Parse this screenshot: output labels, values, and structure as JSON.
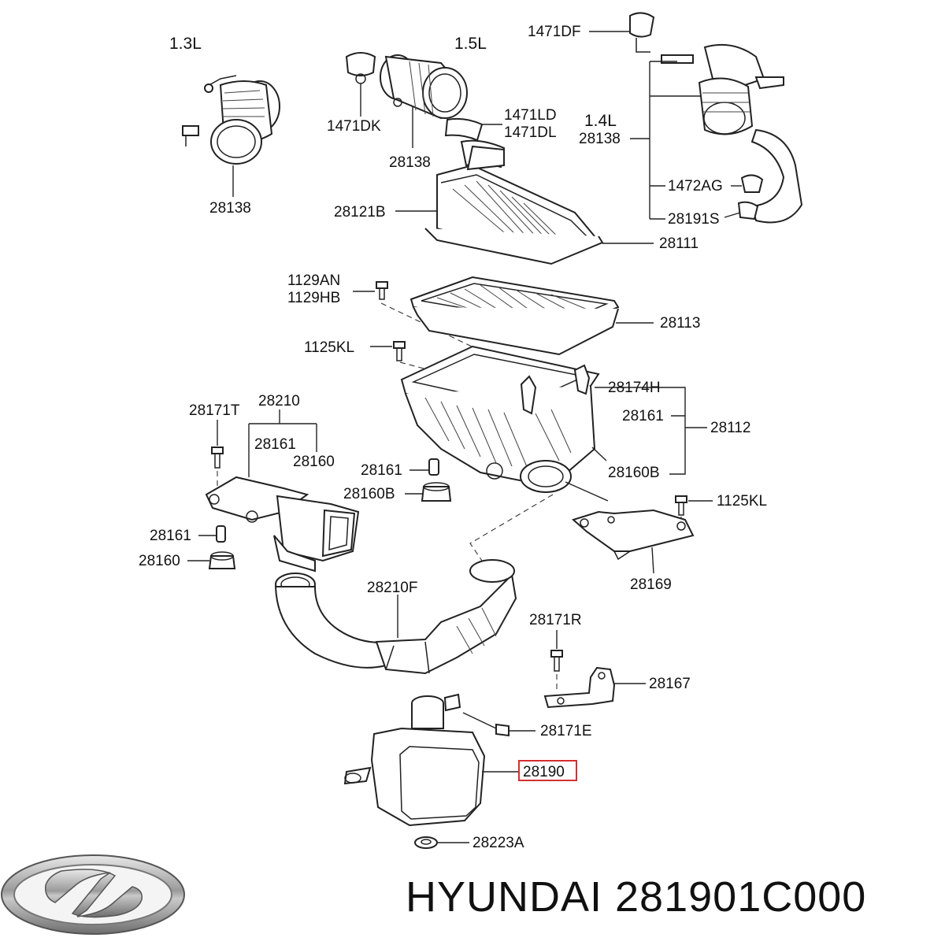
{
  "diagram": {
    "variant_labels": {
      "v13": "1.3L",
      "v15": "1.5L",
      "v14": "1.4L"
    },
    "callouts": {
      "c1471DF": "1471DF",
      "c1471DK": "1471DK",
      "c28138_a": "28138",
      "c28138_b": "28138",
      "c28138_c": "28138",
      "c1471LD": "1471LD",
      "c1471DL": "1471DL",
      "c1472AG": "1472AG",
      "c28191S": "28191S",
      "c28121B": "28121B",
      "c28111": "28111",
      "c1129AN": "1129AN",
      "c1129HB": "1129HB",
      "c28113": "28113",
      "c1125KL_a": "1125KL",
      "c28174H": "28174H",
      "c28161_a": "28161",
      "c28112": "28112",
      "c28160B_a": "28160B",
      "c28171T": "28171T",
      "c28210": "28210",
      "c28161_b": "28161",
      "c28160_a": "28160",
      "c28161_c": "28161",
      "c28160B_b": "28160B",
      "c1125KL_b": "1125KL",
      "c28161_d": "28161",
      "c28160_b": "28160",
      "c28210F": "28210F",
      "c28169": "28169",
      "c28171R": "28171R",
      "c28167": "28167",
      "c28171E": "28171E",
      "c28190": "28190",
      "c28223A": "28223A"
    },
    "highlighted_part": "28190",
    "highlight_color": "#d32f2f"
  },
  "footer": {
    "brand_part": "HYUNDAI 281901C000"
  }
}
